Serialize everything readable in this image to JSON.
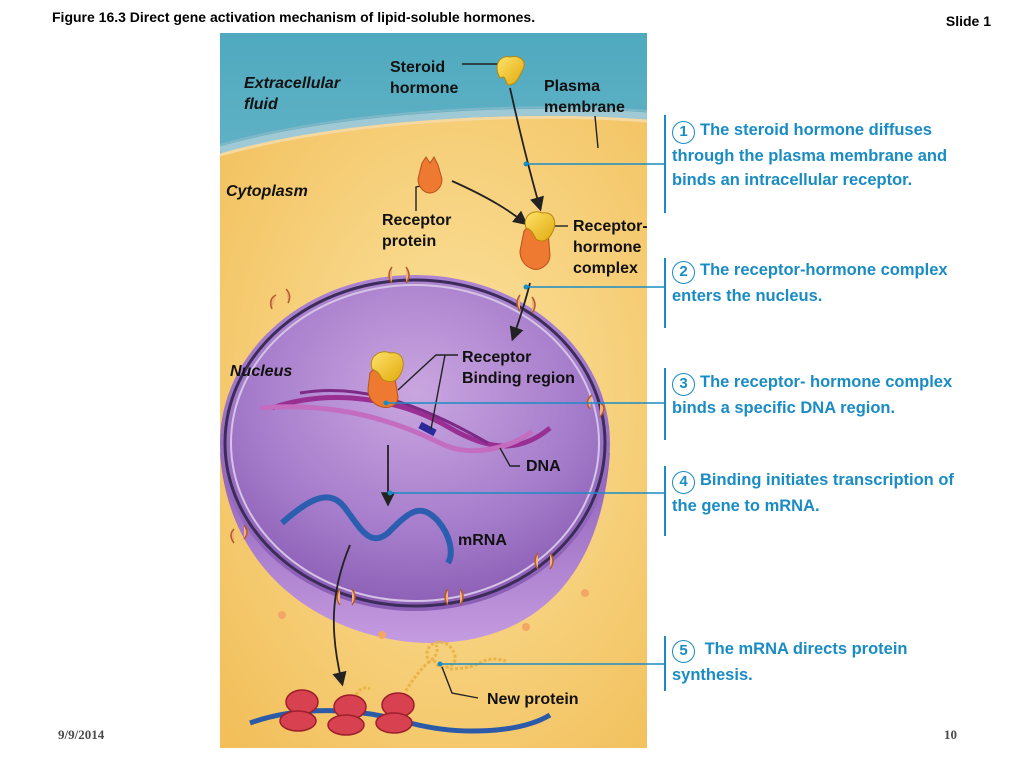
{
  "slide": {
    "figure_title": "Figure 16.3  Direct gene activation mechanism of lipid-soluble hormones.",
    "slide_label": "Slide 1",
    "date": "9/9/2014",
    "page_number": "10"
  },
  "labels": {
    "extracellular": [
      "Extracellular",
      "fluid"
    ],
    "steroid": [
      "Steroid",
      "hormone"
    ],
    "plasma": [
      "Plasma",
      "membrane"
    ],
    "cytoplasm": "Cytoplasm",
    "receptor_protein": [
      "Receptor",
      "protein"
    ],
    "complex": [
      "Receptor-",
      "hormone",
      "complex"
    ],
    "nucleus": "Nucleus",
    "receptor_binding": [
      "Receptor",
      "Binding region"
    ],
    "dna": "DNA",
    "mrna": "mRNA",
    "new_protein": "New protein"
  },
  "steps": [
    {
      "num": "1",
      "text": "The steroid hormone diffuses through the plasma membrane and binds an intracellular receptor."
    },
    {
      "num": "2",
      "text": "The receptor-hormone complex enters the nucleus."
    },
    {
      "num": "3",
      "text": "The receptor- hormone complex binds a specific DNA region."
    },
    {
      "num": "4",
      "text": "Binding initiates transcription of the gene to mRNA."
    },
    {
      "num": "5",
      "text": " The mRNA directs protein synthesis."
    }
  ],
  "colors": {
    "extracellular": "#5fb6c8",
    "cytoplasm": "#f7cd72",
    "nucleus": "#9d6cc0",
    "hormone": "#f2c21a",
    "receptor": "#ee7a32",
    "dna": "#a03a9a",
    "mrna": "#2a5aa8",
    "ribosome": "#d7424e",
    "step_text": "#1a8cc4"
  }
}
